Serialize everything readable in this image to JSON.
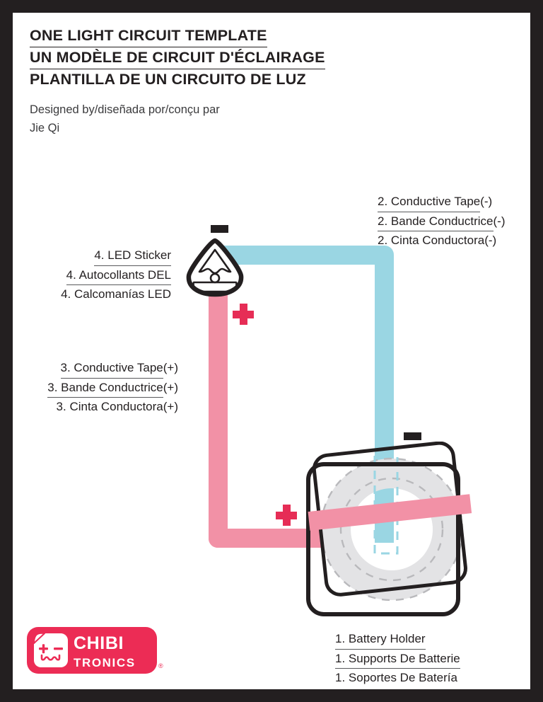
{
  "document": {
    "title_lines": [
      {
        "text": "ONE LIGHT CIRCUIT TEMPLATE",
        "underline": true
      },
      {
        "text": "UN MODÈLE DE CIRCUIT D'ÉCLAIRAGE",
        "underline": true
      },
      {
        "text": "PLANTILLA DE UN CIRCUITO DE LUZ",
        "underline": false
      }
    ],
    "credit_label": "Designed by/diseñada por/conçu par",
    "credit_name": "Jie Qi"
  },
  "callouts": {
    "battery_holder": {
      "align": "left",
      "lines": [
        {
          "text": "1. Battery Holder",
          "suffix": "",
          "underline": true
        },
        {
          "text": "1. Supports De Batterie",
          "suffix": "",
          "underline": true
        },
        {
          "text": "1. Soportes De Batería",
          "suffix": "",
          "underline": false
        }
      ]
    },
    "tape_negative": {
      "align": "left",
      "lines": [
        {
          "text": "2. Conductive Tape",
          "suffix": " (-)",
          "underline": true
        },
        {
          "text": "2. Bande Conductrice",
          "suffix": " (-)",
          "underline": true
        },
        {
          "text": "2. Cinta Conductora",
          "suffix": " (-)",
          "underline": false
        }
      ]
    },
    "tape_positive": {
      "align": "right",
      "lines": [
        {
          "text": "3. Conductive Tape",
          "suffix": " (+)",
          "underline": true
        },
        {
          "text": "3. Bande Conductrice",
          "suffix": " (+)",
          "underline": true
        },
        {
          "text": "3. Cinta Conductora",
          "suffix": " (+)",
          "underline": false
        }
      ]
    },
    "led_sticker": {
      "align": "right",
      "lines": [
        {
          "text": "4. LED Sticker",
          "suffix": "",
          "underline": true
        },
        {
          "text": "4. Autocollants DEL",
          "suffix": "",
          "underline": true
        },
        {
          "text": "4. Calcomanías LED",
          "suffix": "",
          "underline": false
        }
      ]
    }
  },
  "markers": {
    "led_negative": "-",
    "led_positive": "+",
    "battery_negative": "-",
    "battery_positive": "+"
  },
  "logo": {
    "word_top": "CHIBI",
    "word_bottom": "TRONICS",
    "registered": "®",
    "face_left_eye": "+",
    "face_right_eye": "-"
  },
  "colors": {
    "border": "#231f20",
    "tape_negative": "#9ad6e3",
    "tape_positive": "#f291a6",
    "accent_crimson": "#e62d56",
    "brand_pink": "#ec2c55",
    "battery_grey": "#e3e3e5",
    "text": "#231f20"
  }
}
